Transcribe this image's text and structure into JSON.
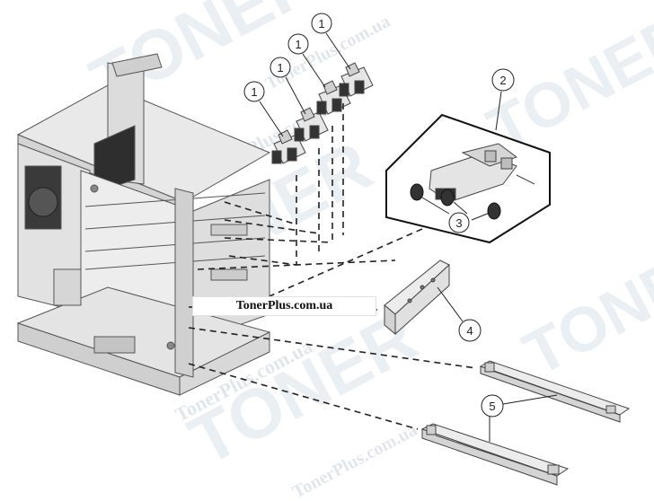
{
  "watermark": {
    "brand": "TONER",
    "site": "TonerPlus.com.ua"
  },
  "site_label": "TonerPlus.com.ua",
  "callouts": [
    "1",
    "1",
    "1",
    "1",
    "2",
    "3",
    "4",
    "5"
  ],
  "colors": {
    "line": "#222222",
    "part_fill": "#e9e9e9",
    "part_stroke": "#555555",
    "watermark": "#d9e3ea"
  }
}
